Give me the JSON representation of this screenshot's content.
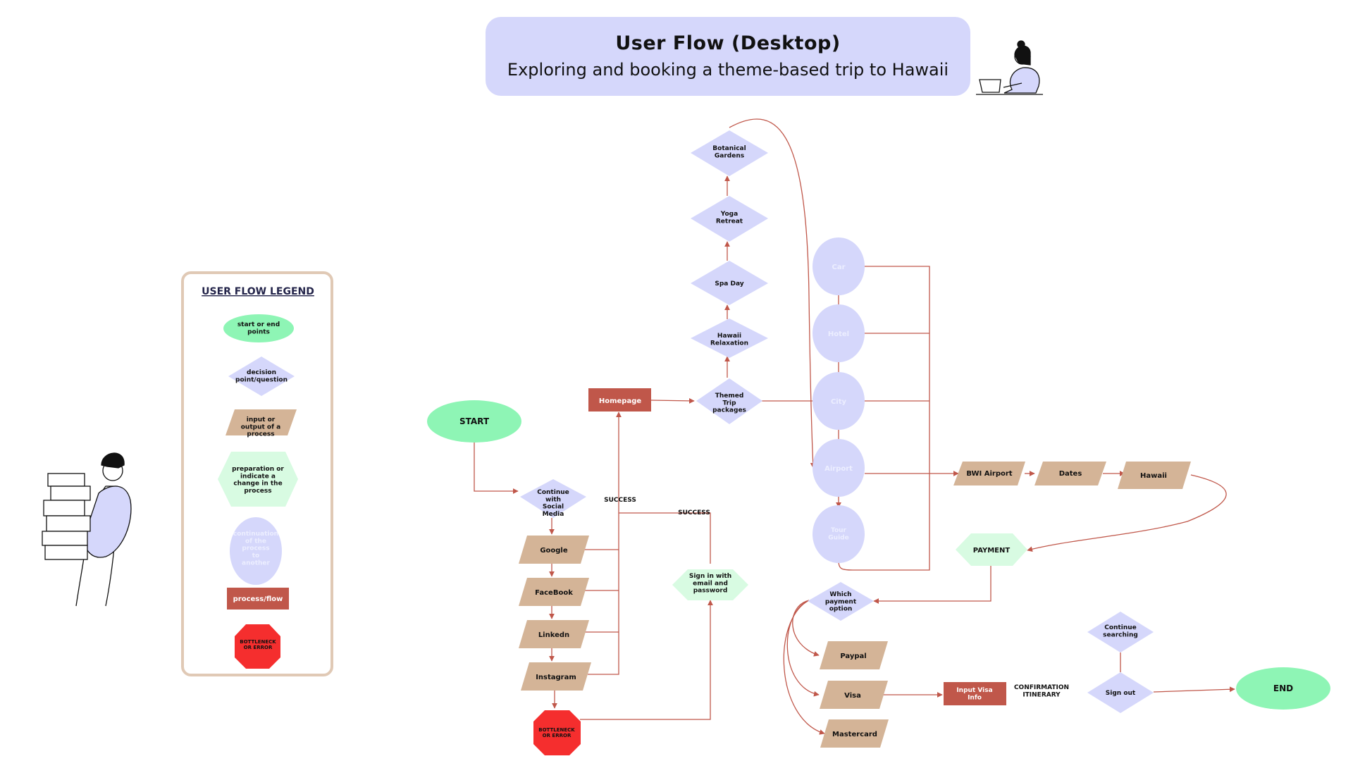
{
  "title": {
    "main": "User Flow (Desktop)",
    "sub": "Exploring and booking a theme-based trip to Hawaii"
  },
  "legend": {
    "title": "USER FLOW LEGEND",
    "start_end": "start or end points",
    "decision": "decision point/question",
    "io": "input or output of a process",
    "preparation": "preparation or indicate a change in the process",
    "continuation": "continuation of the process to another",
    "process": "process/flow",
    "error": "BOTTLENECK OR ERROR"
  },
  "nodes": {
    "start": "START",
    "continue_social": "Continue with Social Media",
    "google": "Google",
    "facebook": "FaceBook",
    "linkedin": "Linkedn",
    "instagram": "Instagram",
    "error": "BOTTLENECK OR ERROR",
    "homepage": "Homepage",
    "signin": "Sign in with email and password",
    "success_1": "SUCCESS",
    "success_2": "SUCCESS",
    "themed": "Themed Trip packages",
    "hawaii_relax": "Hawaii Relaxation",
    "spa": "Spa Day",
    "yoga": "Yoga Retreat",
    "botanical": "Botanical Gardens",
    "car": "Car",
    "hotel": "Hotel",
    "city": "City",
    "airport": "Airport",
    "tour": "Tour Guide",
    "bwi": "BWI Airport",
    "dates": "Dates",
    "hawaii": "Hawaii",
    "payment": "PAYMENT",
    "which_payment": "Which payment option",
    "paypal": "Paypal",
    "visa": "Visa",
    "mastercard": "Mastercard",
    "input_visa": "Input Visa Info",
    "confirmation": "CONFIRMATION ITINERARY",
    "continue_search": "Continue searching",
    "signout": "Sign out",
    "end": "END"
  },
  "colors": {
    "start_end": "#8ef5b5",
    "decision": "#d5d7fb",
    "io": "#d4b497",
    "preparation": "#d8fbe2",
    "process": "#c0574a",
    "error": "#f52e2e",
    "connector": "#c0574a",
    "legend_border": "#e0c9b5"
  },
  "icons": {
    "person_laptop": "person-with-laptop-illustration",
    "person_boxes": "person-carrying-boxes-illustration"
  }
}
